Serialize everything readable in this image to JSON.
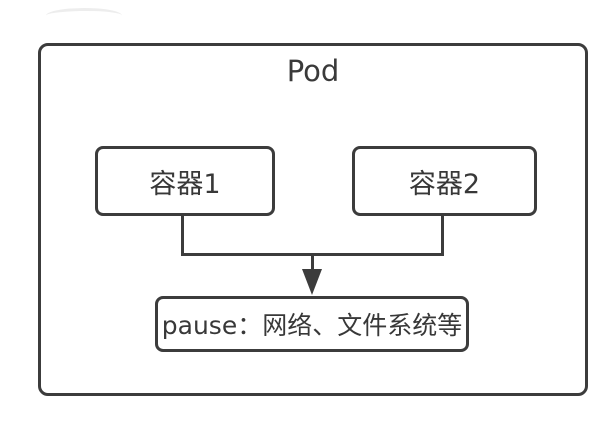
{
  "diagram": {
    "title": "Pod",
    "nodes": [
      {
        "id": "container1",
        "label": "容器1"
      },
      {
        "id": "container2",
        "label": "容器2"
      },
      {
        "id": "pause",
        "label": "pause：网络、文件系统等"
      }
    ],
    "edges": [
      {
        "from": "container1",
        "to": "pause",
        "style": "orthogonal-merged"
      },
      {
        "from": "container2",
        "to": "pause",
        "style": "orthogonal-merged"
      }
    ],
    "arrow": {
      "direction": "down",
      "target": "pause"
    },
    "colors": {
      "stroke": "#3c3c3c",
      "text": "#3a3a3a",
      "background": "#ffffff"
    }
  }
}
